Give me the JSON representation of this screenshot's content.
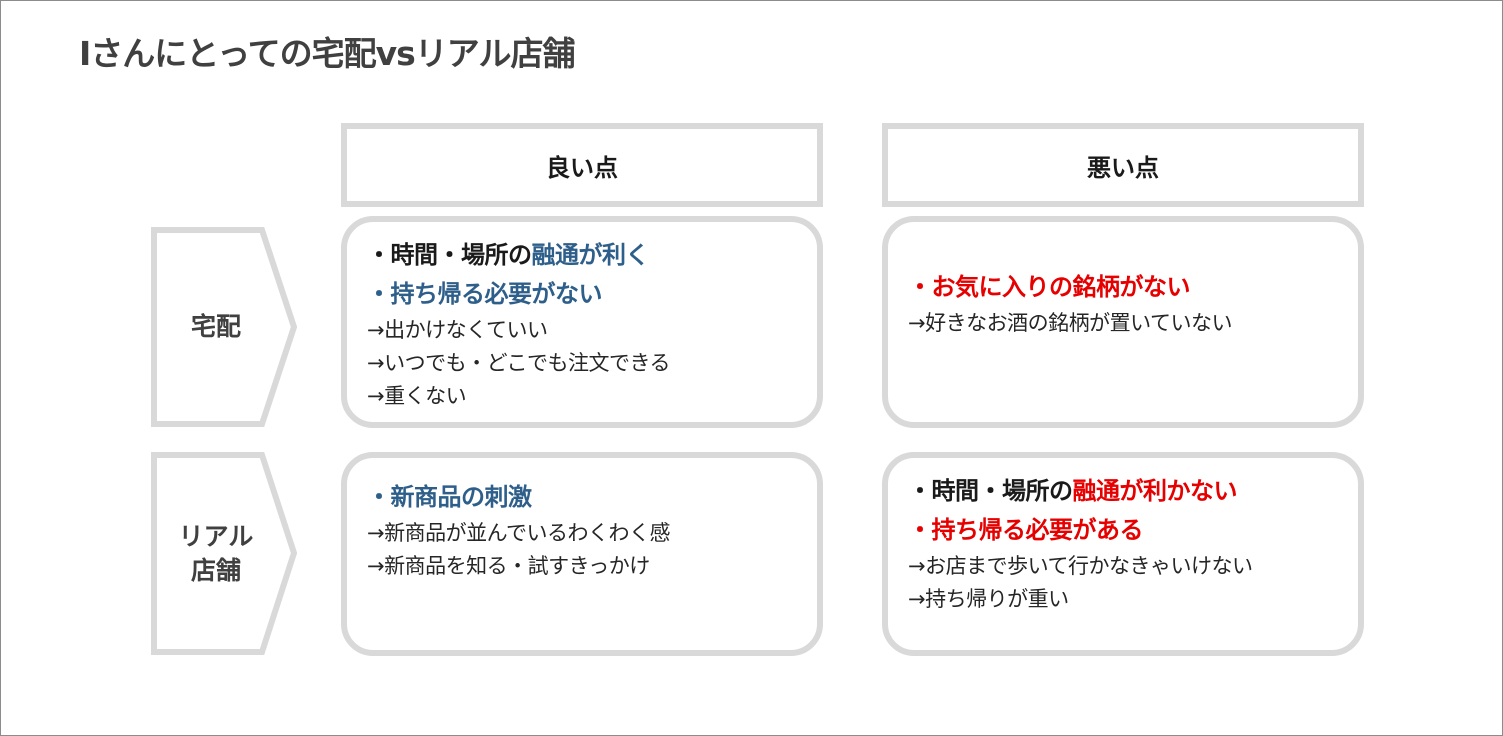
{
  "title": "Iさんにとっての宅配vsリアル店舗",
  "columns": {
    "good": "良い点",
    "bad": "悪い点"
  },
  "rows": [
    {
      "label_lines": [
        "宅配"
      ]
    },
    {
      "label_lines": [
        "リアル",
        "店舗"
      ]
    }
  ],
  "cells": {
    "delivery_good": {
      "point1_plain": "・時間・場所の",
      "point1_hl": "融通が利く",
      "point2": "・持ち帰る必要がない",
      "details": [
        "→出かけなくていい",
        "→いつでも・どこでも注文できる",
        "→重くない"
      ]
    },
    "delivery_bad": {
      "point1": "・お気に入りの銘柄がない",
      "details": [
        "→好きなお酒の銘柄が置いていない"
      ]
    },
    "store_good": {
      "point1": "・新商品の刺激",
      "details": [
        "→新商品が並んでいるわくわく感",
        "→新商品を知る・試すきっかけ"
      ]
    },
    "store_bad": {
      "point1_plain": "・時間・場所の",
      "point1_hl": "融通が利かない",
      "point2": "・持ち帰る必要がある",
      "details": [
        "→お店まで歩いて行かなきゃいけない",
        "→持ち帰りが重い"
      ]
    }
  },
  "colors": {
    "good_highlight": "#2e5f8a",
    "bad_highlight": "#e60000",
    "border": "#d9d9d9"
  }
}
